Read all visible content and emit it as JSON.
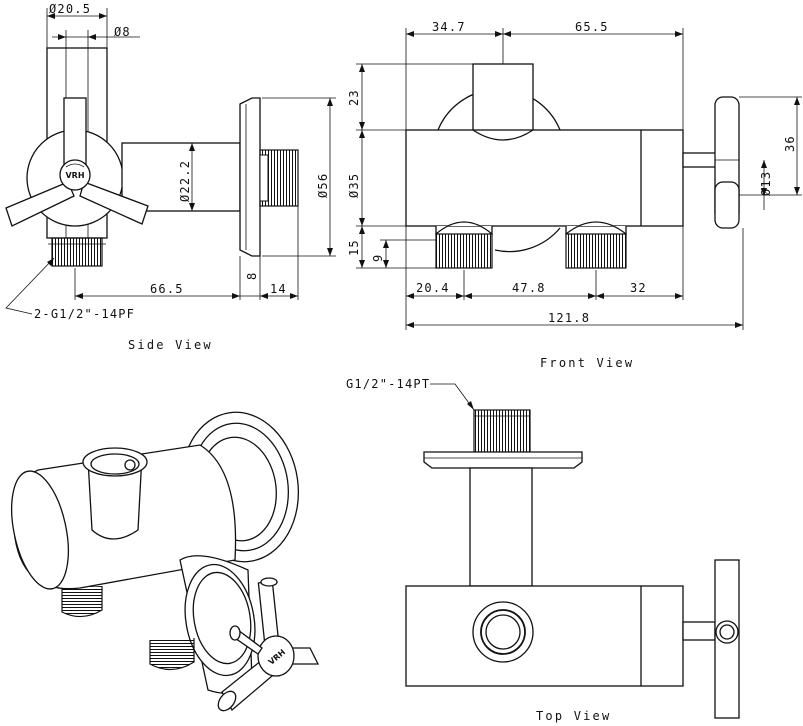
{
  "views": {
    "side": {
      "caption": "Side View",
      "dims": {
        "d_outer": "Ø20.5",
        "d_inner": "Ø8",
        "d_body": "Ø22.2",
        "d_flange": "Ø56",
        "len_main": "66.5",
        "len_flange": "8",
        "len_thread": "14"
      },
      "thread_callout": "2-G1/2\"-14PF",
      "logo": "VRH"
    },
    "front": {
      "caption": "Front View",
      "dims": {
        "top_left": "34.7",
        "top_right": "65.5",
        "h_stem": "23",
        "d_body": "Ø35",
        "h_bottom": "15",
        "h_small": "9",
        "bot_left": "20.4",
        "bot_mid": "47.8",
        "bot_right": "32",
        "total": "121.8",
        "h_handle": "36",
        "d_handle": "Ø13"
      }
    },
    "top": {
      "caption": "Top View",
      "thread_callout": "G1/2\"-14PT"
    },
    "iso": {
      "logo": "VRH"
    }
  }
}
